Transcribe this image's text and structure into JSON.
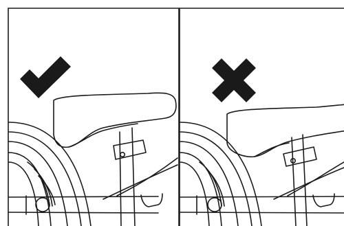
{
  "panels": [
    {
      "id": "correct",
      "verdict": "correct",
      "icon": "checkmark-icon",
      "caption": ""
    },
    {
      "id": "incorrect",
      "verdict": "incorrect",
      "icon": "cross-icon",
      "caption": ""
    }
  ],
  "colors": {
    "ink": "#1a1a1a",
    "background": "#ffffff"
  }
}
